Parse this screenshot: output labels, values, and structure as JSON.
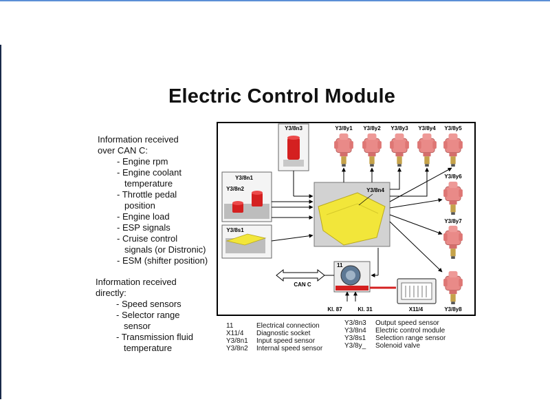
{
  "title": "Electric Control Module",
  "can_info": {
    "heading": [
      "Information received",
      "over CAN C:"
    ],
    "items": [
      {
        "lines": [
          "- Engine rpm"
        ]
      },
      {
        "lines": [
          "- Engine coolant",
          "temperature"
        ]
      },
      {
        "lines": [
          "- Throttle pedal",
          "position"
        ]
      },
      {
        "lines": [
          "- Engine load"
        ]
      },
      {
        "lines": [
          "- ESP signals"
        ]
      },
      {
        "lines": [
          "- Cruise control",
          "signals (or Distronic)"
        ]
      },
      {
        "lines": [
          "- ESM (shifter position)"
        ]
      }
    ]
  },
  "direct_info": {
    "heading": [
      "Information received",
      "directly:"
    ],
    "items": [
      {
        "lines": [
          "- Speed sensors"
        ]
      },
      {
        "lines": [
          "- Selector range",
          "sensor"
        ]
      },
      {
        "lines": [
          "- Transmission fluid",
          "temperature"
        ]
      }
    ]
  },
  "diagram": {
    "labels": {
      "y3_8n3": "Y3/8n3",
      "y3_8n1": "Y3/8n1",
      "y3_8n2": "Y3/8n2",
      "y3_8s1": "Y3/8s1",
      "y3_8n4": "Y3/8n4",
      "c11": "11",
      "can_c": "CAN C",
      "kl87": "Kl. 87",
      "kl31": "Kl. 31",
      "x11_4": "X11/4"
    },
    "solenoids": [
      "Y3/8y1",
      "Y3/8y2",
      "Y3/8y3",
      "Y3/8y4",
      "Y3/8y5",
      "Y3/8y6",
      "Y3/8y7",
      "Y3/8y8"
    ],
    "colors": {
      "solenoid": "#e98a88",
      "solenoid_tip": "#c5a24a",
      "sensor_red": "#d42020",
      "module_yellow": "#f2e63a",
      "connector_red": "#d42020"
    }
  },
  "legend": {
    "left": [
      {
        "code": "11",
        "desc": "Electrical connection"
      },
      {
        "code": "X11/4",
        "desc": "Diagnostic socket"
      },
      {
        "code": "Y3/8n1",
        "desc": "Input speed sensor"
      },
      {
        "code": "Y3/8n2",
        "desc": "Internal speed sensor"
      }
    ],
    "right": [
      {
        "code": "Y3/8n3",
        "desc": "Output speed sensor"
      },
      {
        "code": "Y3/8n4",
        "desc": "Electric control module"
      },
      {
        "code": "Y3/8s1",
        "desc": "Selection range sensor"
      },
      {
        "code": "Y3/8y_",
        "desc": "Solenoid valve"
      }
    ]
  }
}
